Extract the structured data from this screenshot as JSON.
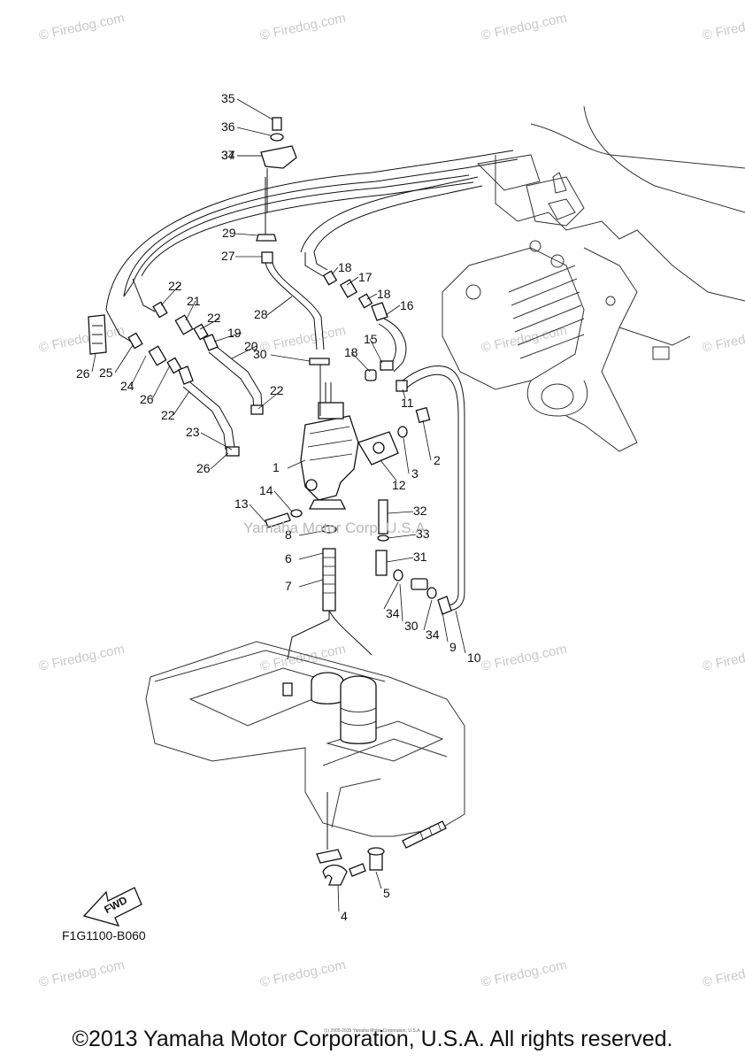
{
  "watermark": "© Firedog.com",
  "center_watermark": "Yamaha Motor Corp. U.S.A.",
  "diagram_code": "F1G1100-B060",
  "fwd_label": "FWD",
  "copyright": "©2013 Yamaha Motor Corporation, U.S.A. All rights reserved.",
  "tiny_copyright": "(c) 2005-2015 Yamaha Motor Corporation, U.S.A.",
  "callouts": [
    "1",
    "2",
    "3",
    "4",
    "5",
    "6",
    "7",
    "8",
    "9",
    "10",
    "11",
    "12",
    "13",
    "14",
    "15",
    "16",
    "17",
    "18",
    "18",
    "18",
    "19",
    "20",
    "21",
    "22",
    "22",
    "22",
    "22",
    "23",
    "24",
    "25",
    "26",
    "26",
    "26",
    "27",
    "28",
    "29",
    "30",
    "30",
    "31",
    "32",
    "33",
    "34",
    "34",
    "34",
    "35",
    "36",
    "37"
  ]
}
